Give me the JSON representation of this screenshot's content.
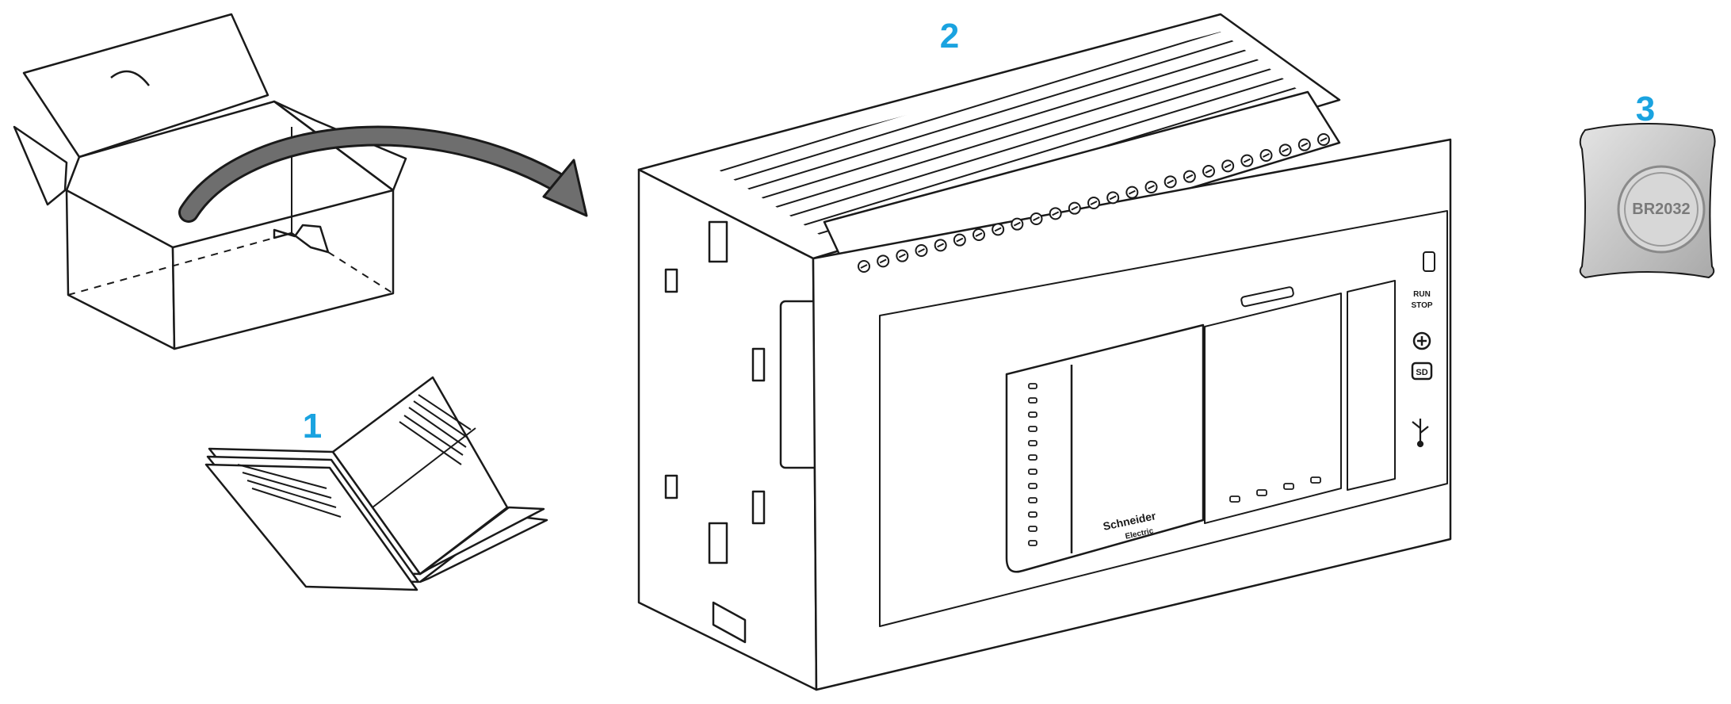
{
  "callouts": {
    "manual": "1",
    "controller": "2",
    "battery": "3"
  },
  "controller": {
    "brand_line1": "Schneider",
    "brand_line2": "Electric",
    "run_label": "RUN",
    "stop_label": "STOP",
    "sd_label": "SD"
  },
  "battery": {
    "label": "BR2032"
  },
  "colors": {
    "callout": "#1aa3e0",
    "line": "#1a1a1a",
    "arrow": "#6e6e6e",
    "battery_fill": "#c9c9c9",
    "brand_green": "#3dcd58"
  },
  "icons": {
    "arrow": "curved-arrow-icon",
    "usb": "usb-icon",
    "plus": "plus-icon",
    "sd": "sd-card-icon"
  }
}
